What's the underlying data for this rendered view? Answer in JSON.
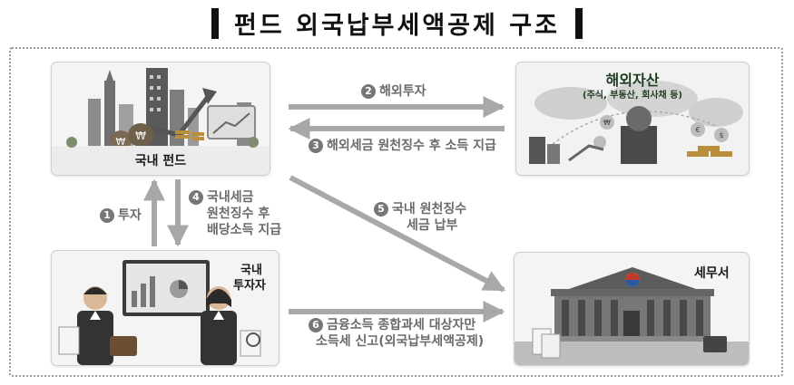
{
  "title": "펀드 외국납부세액공제 구조",
  "boxes": {
    "fund": "국내 펀드",
    "overseas_title": "해외자산",
    "overseas_sub": "(주식, 부동산, 회사채 등)",
    "investor_1": "국내",
    "investor_2": "투자자",
    "tax_office": "세무서"
  },
  "steps": {
    "s1": {
      "num": "1",
      "text": "투자"
    },
    "s2": {
      "num": "2",
      "text": "해외투자"
    },
    "s3": {
      "num": "3",
      "text": "해외세금 원천징수 후 소득 지급"
    },
    "s4": {
      "num": "4",
      "line1": "국내세금",
      "line2": "원천징수 후",
      "line3": "배당소득 지급"
    },
    "s5": {
      "num": "5",
      "line1": "국내 원천징수",
      "line2": "세금 납부"
    },
    "s6": {
      "num": "6",
      "line1": "금융소득 종합과세 대상자만",
      "line2": "소득세 신고(외국납부세액공제)"
    }
  },
  "colors": {
    "arrow": "#a8a8a8",
    "badge": "#777777",
    "accent": "#2e2e2e"
  }
}
